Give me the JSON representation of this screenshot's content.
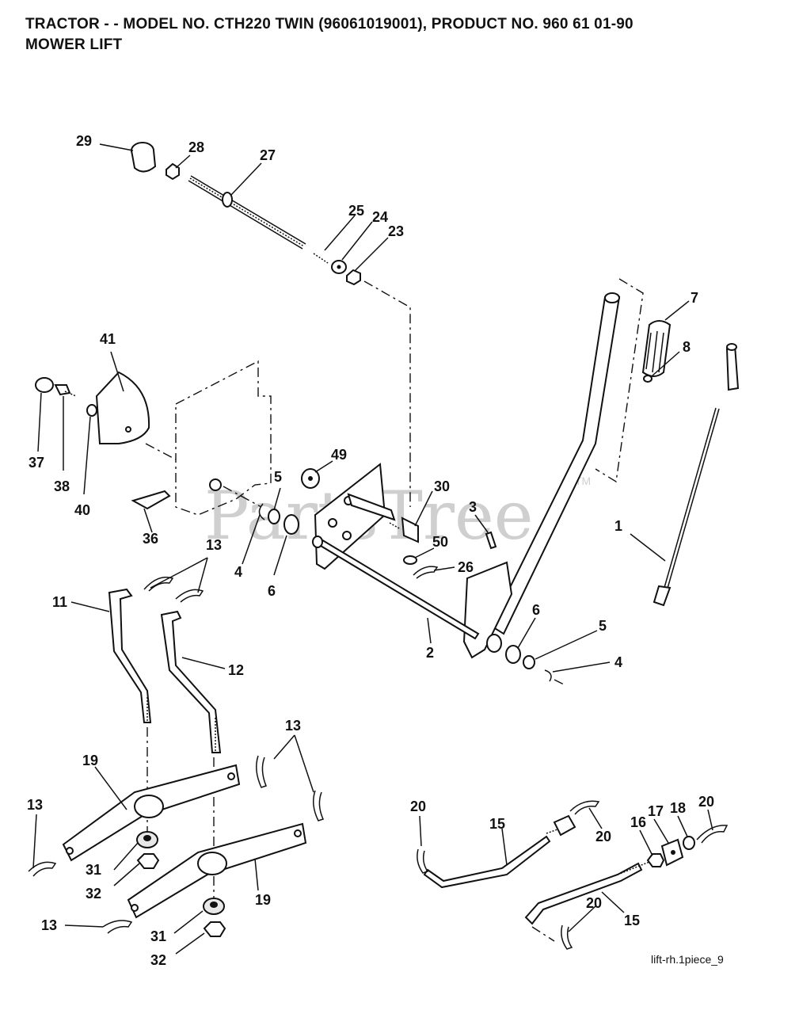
{
  "header": {
    "line1": "TRACTOR - - MODEL NO. CTH220 TWIN   (96061019001), PRODUCT NO. 960 61 01-90",
    "line2": "MOWER LIFT"
  },
  "watermark": {
    "text": "PartsTree",
    "tm": "TM"
  },
  "diagram_code": "lift-rh.1piece_9",
  "callouts": {
    "c29": "29",
    "c28": "28",
    "c27": "27",
    "c25": "25",
    "c24": "24",
    "c23": "23",
    "c7": "7",
    "c8": "8",
    "c41": "41",
    "c37": "37",
    "c38": "38",
    "c40": "40",
    "c49": "49",
    "c5a": "5",
    "c30": "30",
    "c3": "3",
    "c36": "36",
    "c13a": "13",
    "c4a": "4",
    "c6a": "6",
    "c50": "50",
    "c26": "26",
    "c1": "1",
    "c11": "11",
    "c12": "12",
    "c2": "2",
    "c6b": "6",
    "c5b": "5",
    "c4b": "4",
    "c13b": "13",
    "c19a": "19",
    "c13c": "13",
    "c31a": "31",
    "c32a": "32",
    "c19b": "19",
    "c13d": "13",
    "c31b": "31",
    "c32b": "32",
    "c20a": "20",
    "c15a": "15",
    "c20b": "20",
    "c16": "16",
    "c17": "17",
    "c18": "18",
    "c20c": "20",
    "c20d": "20",
    "c15b": "15"
  }
}
